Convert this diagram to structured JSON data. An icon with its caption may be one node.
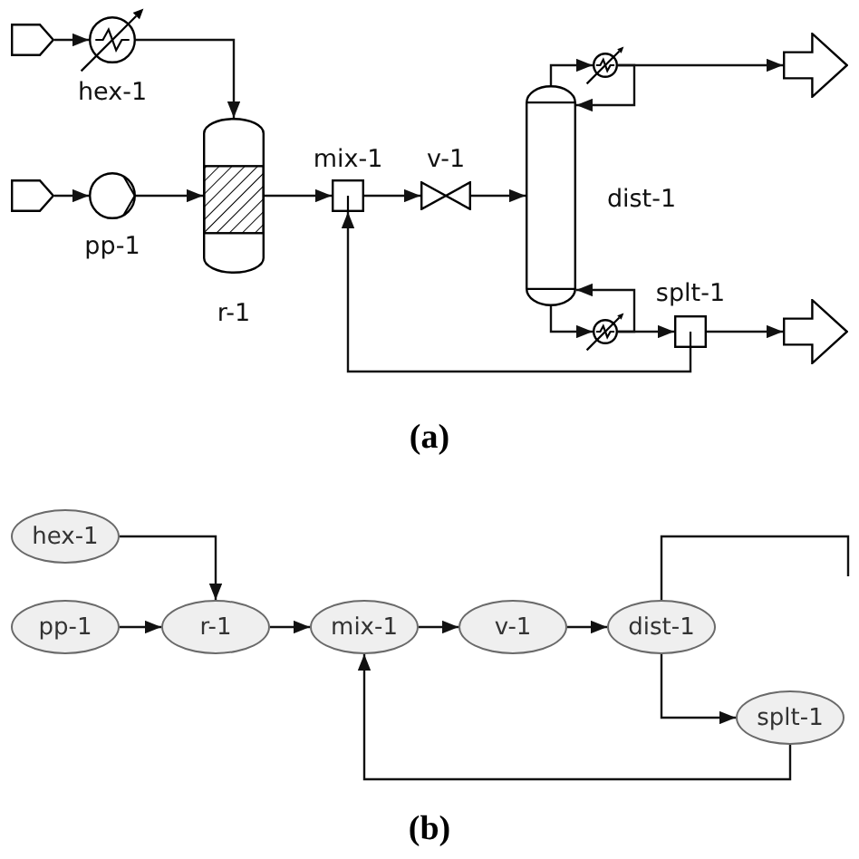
{
  "diagram": {
    "nodes": [
      {
        "text": [],
        "shape": "arrow"
      },
      {
        "text": [
          "hex-1"
        ]
      },
      {
        "text": [],
        "shape": "arrow"
      },
      {
        "text": [
          "pp-1"
        ]
      },
      {
        "text": [
          "r-1"
        ]
      },
      {
        "text": [
          "mix-1"
        ]
      },
      {
        "text": [
          "v-1"
        ]
      },
      {
        "text": [
          "dist-1"
        ]
      },
      {
        "text": [],
        "shape": "circle"
      },
      {
        "text": [],
        "shape": "circle"
      },
      {
        "text": [
          "splt-1"
        ]
      },
      {
        "text": [],
        "shape": "arrow"
      },
      {
        "text": [],
        "shape": "arrow"
      },
      {
        "text": [
          "hex-1"
        ]
      },
      {
        "text": [
          "pp-1"
        ]
      },
      {
        "text": [
          "r-1"
        ]
      },
      {
        "text": [
          "mix-1"
        ]
      },
      {
        "text": [
          "v-1"
        ]
      },
      {
        "text": [
          "dist-1"
        ]
      },
      {
        "text": [
          "splt-1"
        ]
      }
    ],
    "edges": [
      {
        "from": 0,
        "to": 1,
        "arrow": "to"
      },
      {
        "from": 2,
        "to": 3,
        "arrow": "to"
      },
      {
        "from": 1,
        "to": 4,
        "arrow": "to"
      },
      {
        "from": 3,
        "to": 4,
        "arrow": "to"
      },
      {
        "from": 4,
        "to": 5,
        "arrow": "to"
      },
      {
        "from": 5,
        "to": 6,
        "arrow": "to"
      },
      {
        "from": 6,
        "to": 7,
        "arrow": "to"
      },
      {
        "from": 7,
        "to": 8,
        "arrow": "to"
      },
      {
        "from": 8,
        "to": 11,
        "arrow": "to"
      },
      {
        "from": 8,
        "to": 7,
        "arrow": "to"
      },
      {
        "from": 7,
        "to": 9,
        "arrow": "to"
      },
      {
        "from": 9,
        "to": 7,
        "arrow": "to"
      },
      {
        "from": 9,
        "to": 10,
        "arrow": "to"
      },
      {
        "from": 10,
        "to": 12,
        "arrow": "to"
      },
      {
        "from": 10,
        "to": 5,
        "arrow": "to"
      },
      {
        "from": 13,
        "to": 15,
        "arrow": "to"
      },
      {
        "from": 14,
        "to": 15,
        "arrow": "to"
      },
      {
        "from": 15,
        "to": 16,
        "arrow": "to"
      },
      {
        "from": 16,
        "to": 17,
        "arrow": "to"
      },
      {
        "from": 17,
        "to": 18,
        "arrow": "to"
      },
      {
        "from": 18,
        "to": null,
        "arrow": "none"
      },
      {
        "from": 18,
        "to": 19,
        "arrow": "to"
      },
      {
        "from": 19,
        "to": 16,
        "arrow": "to"
      }
    ],
    "labels": [
      "(a)",
      "(b)"
    ]
  }
}
